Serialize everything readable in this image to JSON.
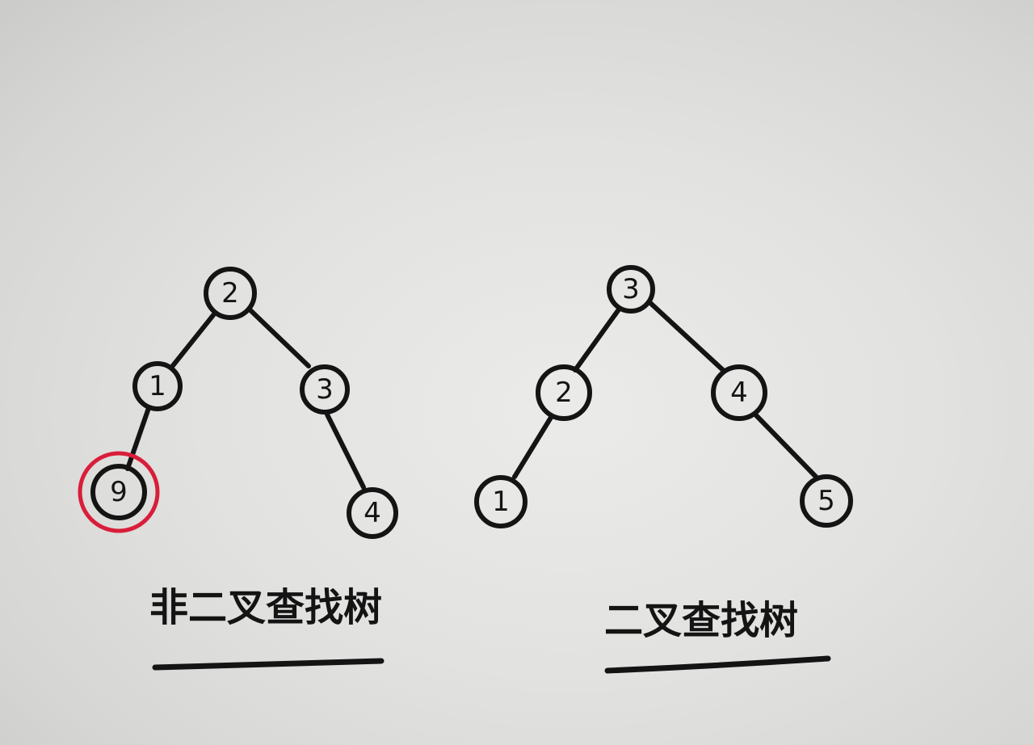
{
  "trees": [
    {
      "caption": "非二叉查找树",
      "nodes": [
        {
          "id": "a2",
          "label": "2"
        },
        {
          "id": "a1",
          "label": "1"
        },
        {
          "id": "a3",
          "label": "3"
        },
        {
          "id": "a9",
          "label": "9",
          "highlighted": true
        },
        {
          "id": "a4",
          "label": "4"
        }
      ],
      "edges": [
        [
          "a2",
          "a1"
        ],
        [
          "a2",
          "a3"
        ],
        [
          "a1",
          "a9"
        ],
        [
          "a3",
          "a4"
        ]
      ]
    },
    {
      "caption": "二叉查找树",
      "nodes": [
        {
          "id": "b3",
          "label": "3"
        },
        {
          "id": "b2",
          "label": "2"
        },
        {
          "id": "b4",
          "label": "4"
        },
        {
          "id": "b1",
          "label": "1"
        },
        {
          "id": "b5",
          "label": "5"
        }
      ],
      "edges": [
        [
          "b3",
          "b2"
        ],
        [
          "b3",
          "b4"
        ],
        [
          "b2",
          "b1"
        ],
        [
          "b4",
          "b5"
        ]
      ]
    }
  ],
  "colors": {
    "ink": "#141414",
    "highlight": "#d81e3a"
  }
}
